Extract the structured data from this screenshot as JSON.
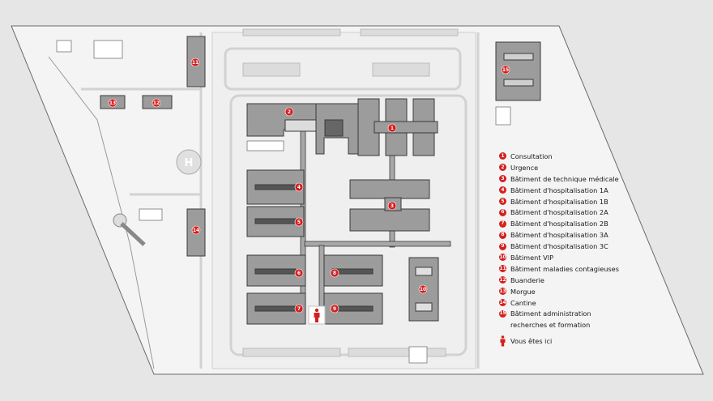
{
  "colors": {
    "background": "#e6e6e6",
    "campus": "#f4f4f4",
    "building_fill": "#9c9c9c",
    "building_stroke": "#3a3a3a",
    "marker": "#d42020"
  },
  "map_markers": [
    {
      "id": "1"
    },
    {
      "id": "2"
    },
    {
      "id": "3"
    },
    {
      "id": "4"
    },
    {
      "id": "5"
    },
    {
      "id": "6"
    },
    {
      "id": "7"
    },
    {
      "id": "8"
    },
    {
      "id": "9"
    },
    {
      "id": "10"
    },
    {
      "id": "11"
    },
    {
      "id": "12"
    },
    {
      "id": "13"
    },
    {
      "id": "14"
    },
    {
      "id": "15"
    }
  ],
  "legend": {
    "items": [
      {
        "number": "1",
        "label": "Consultation"
      },
      {
        "number": "2",
        "label": "Urgence"
      },
      {
        "number": "3",
        "label": "Bâtiment de technique médicale"
      },
      {
        "number": "4",
        "label": "Bâtiment d'hospitalisation 1A"
      },
      {
        "number": "5",
        "label": "Bâtiment d'hospitalisation 1B"
      },
      {
        "number": "6",
        "label": "Bâtiment d'hospitalisation 2A"
      },
      {
        "number": "7",
        "label": "Bâtiment d'hospitalisation 2B"
      },
      {
        "number": "8",
        "label": "Bâtiment d'hospitalisation 3A"
      },
      {
        "number": "9",
        "label": "Bâtiment d'hospitalisation 3C"
      },
      {
        "number": "10",
        "label": "Bâtiment VIP"
      },
      {
        "number": "11",
        "label": "Bâtiment maladies contagieuses"
      },
      {
        "number": "12",
        "label": "Buanderie"
      },
      {
        "number": "13",
        "label": "Morgue"
      },
      {
        "number": "14",
        "label": "Cantine"
      },
      {
        "number": "15",
        "label": "Bâtiment administration",
        "continuation": "recherches et formation"
      }
    ],
    "you_are_here": "Vous êtes ici",
    "you_are_here_icon": "person-icon"
  }
}
